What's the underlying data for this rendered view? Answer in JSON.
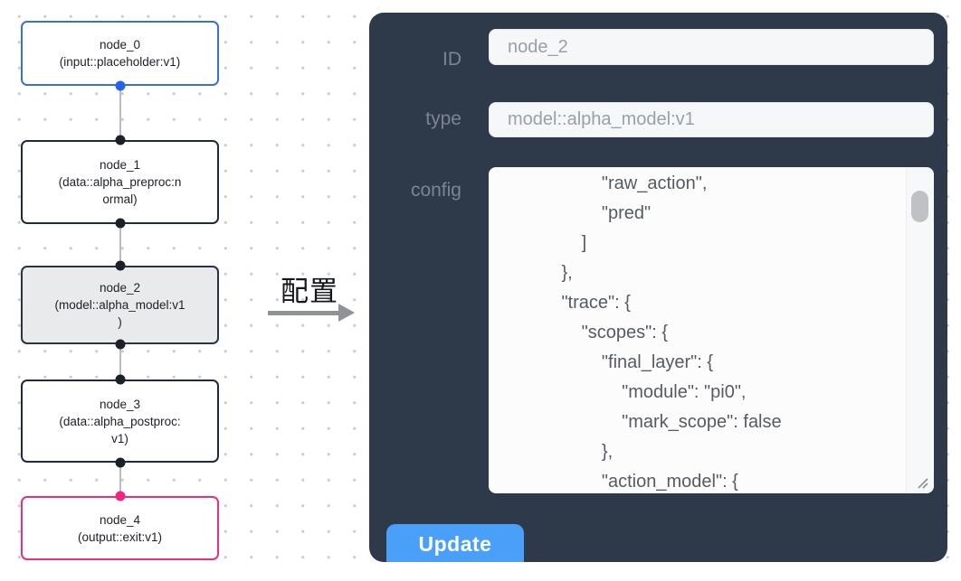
{
  "canvas": {
    "nodes": [
      {
        "id": "node_0",
        "type": "input::placeholder:v1",
        "label": "node_0\n(input::placeholder:v1)",
        "state": "input"
      },
      {
        "id": "node_1",
        "type": "data::alpha_preproc:normal",
        "label": "node_1\n(data::alpha_preproc:n\normal)",
        "state": "default"
      },
      {
        "id": "node_2",
        "type": "model::alpha_model:v1",
        "label": "node_2\n(model::alpha_model:v1\n)",
        "state": "selected"
      },
      {
        "id": "node_3",
        "type": "data::alpha_postproc:v1",
        "label": "node_3\n(data::alpha_postproc:\nv1)",
        "state": "default"
      },
      {
        "id": "node_4",
        "type": "output::exit:v1",
        "label": "node_4\n(output::exit:v1)",
        "state": "output"
      }
    ]
  },
  "arrow": {
    "label": "配置"
  },
  "panel": {
    "fields": {
      "id": {
        "label": "ID",
        "value": "node_2"
      },
      "type": {
        "label": "type",
        "value": "model::alpha_model:v1"
      },
      "config": {
        "label": "config",
        "value": "                \"raw_action\",\n                \"pred\"\n            ]\n        },\n        \"trace\": {\n            \"scopes\": {\n                \"final_layer\": {\n                    \"module\": \"pi0\",\n                    \"mark_scope\": false\n                },\n                \"action_model\": {"
      }
    },
    "update_label": "Update"
  },
  "colors": {
    "panel_bg": "#2e3a4a",
    "accent_blue": "#4aa0f8",
    "node_input_border": "#3a6fdb",
    "node_selected_bg": "#e9eaeb",
    "node_output_border": "#ea2f7f",
    "port_blue": "#2563e8",
    "port_pink": "#f1257f",
    "port_dark": "#1b2129",
    "edge": "#b9bcc2"
  }
}
